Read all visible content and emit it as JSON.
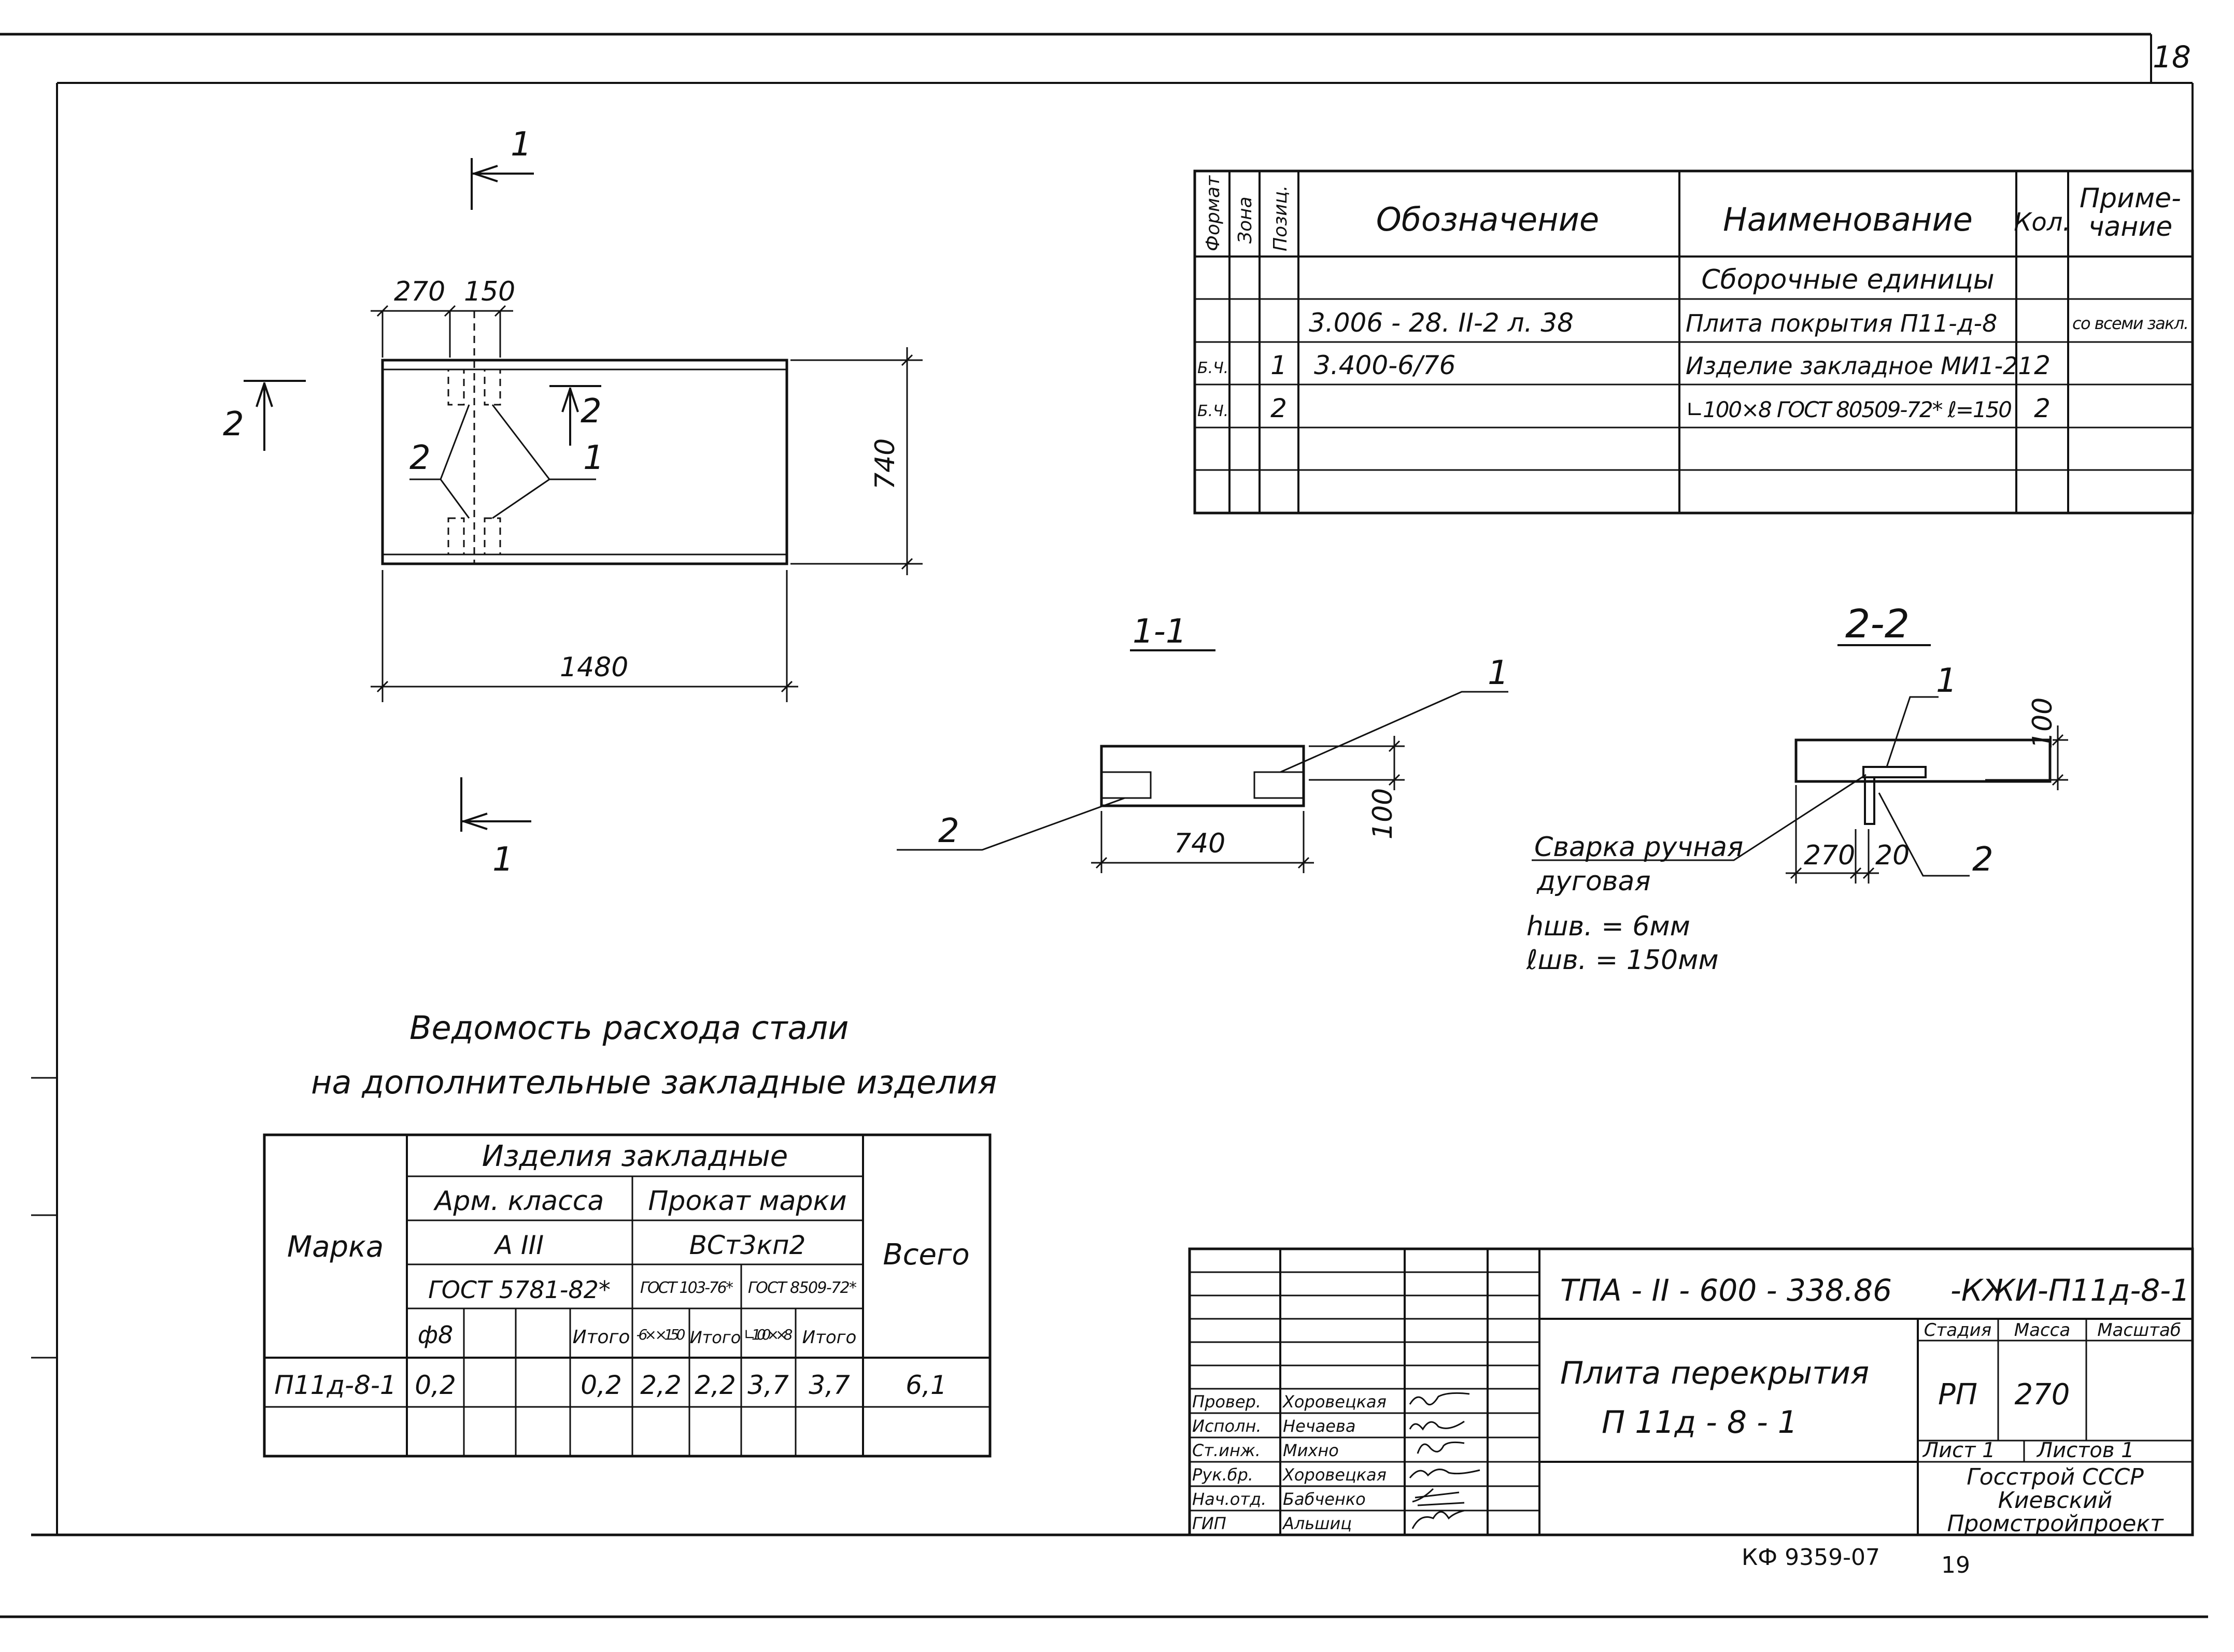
{
  "sheet": {
    "page_number": "18",
    "footer_code": "КФ 9359-07",
    "footer_page": "19"
  },
  "plan": {
    "section_mark_1": "1",
    "section_mark_2": "2",
    "dim_left": "270",
    "dim_mid": "150",
    "dim_height": "740",
    "dim_length": "1480",
    "leader_1": "1",
    "leader_2": "2"
  },
  "section11": {
    "title": "1-1",
    "leader_1": "1",
    "leader_2": "2",
    "dim_width": "740",
    "dim_height": "100"
  },
  "section22": {
    "title": "2-2",
    "leader_1": "1",
    "leader_2": "2",
    "dim_height": "100",
    "dim_270": "270",
    "dim_20": "20",
    "weld_line1": "Сварка ручная",
    "weld_line2": "дуговая",
    "weld_h": "hшв. = 6мм",
    "weld_l": "ℓшв. = 150мм"
  },
  "spec": {
    "headers": [
      "Формат",
      "Зона",
      "Позиц.",
      "Обозначение",
      "Наименование",
      "Кол.",
      "Приме-",
      "чание"
    ],
    "section_title": "Сборочные   единицы",
    "rows": [
      {
        "format": "",
        "zone": "",
        "pos": "",
        "designation": "3.006 - 28. II-2  л. 38",
        "name": "Плита покрытия  П11-д-8",
        "qty": "",
        "note": "со всеми закл."
      },
      {
        "format": "Б.Ч.",
        "zone": "",
        "pos": "1",
        "designation": "3.400-6/76",
        "name": "Изделие закладное МИ1-21",
        "qty": "2",
        "note": ""
      },
      {
        "format": "Б.Ч.",
        "zone": "",
        "pos": "2",
        "designation": "",
        "name": "∟100×8 ГОСТ 80509-72* ℓ=150",
        "qty": "2",
        "note": ""
      }
    ]
  },
  "steel": {
    "title_line1": "Ведомость   расхода   стали",
    "title_line2": "на   дополнительные   закладные  изделия",
    "h_group": "Изделия        закладные",
    "h_arm": "Арм. класса",
    "h_prokat": "Прокат марки",
    "h_marka": "Марка",
    "h_vsego": "Всего",
    "h_a3": "А III",
    "h_vst": "ВСт3кп2",
    "h_gost_arm": "ГОСТ 5781-82*",
    "h_gost103": "ГОСТ 103-76*",
    "h_gost8509": "ГОСТ 8509-72*",
    "h_d8": "ф8",
    "h_itogo1": "Итого",
    "h_strip": "-6× ×150",
    "h_itogo2": "Итого",
    "h_angle": "∟100× ×8",
    "h_itogo3": "Итого",
    "row": {
      "marka": "П11д-8-1",
      "d8": "0,2",
      "itogo1": "0,2",
      "strip": "2,2",
      "itogo2": "2,2",
      "angle": "3,7",
      "itogo3": "3,7",
      "vsego": "6,1"
    }
  },
  "title_block": {
    "code": "ТПА - II - 600 - 338.86",
    "suffix": "-КЖИ-П11д-8-1",
    "name_line1": "Плита    перекрытия",
    "name_line2": "П 11д - 8 - 1",
    "stage_label": "Стадия",
    "mass_label": "Масса",
    "scale_label": "Масштаб",
    "stage": "РП",
    "mass": "270",
    "sheet_label": "Лист 1",
    "sheets_label": "Листов 1",
    "org1": "Госстрой СССР",
    "org2": "Киевский",
    "org3": "Промстройпроект",
    "roles": [
      {
        "role": "Провер.",
        "name": "Хоровецкая"
      },
      {
        "role": "Исполн.",
        "name": "Нечаева"
      },
      {
        "role": "Ст.инж.",
        "name": "Михно"
      },
      {
        "role": "Рук.бр.",
        "name": "Хоровецкая"
      },
      {
        "role": "Нач.отд.",
        "name": "Бабченко"
      },
      {
        "role": "ГИП",
        "name": "Альшиц"
      }
    ]
  }
}
